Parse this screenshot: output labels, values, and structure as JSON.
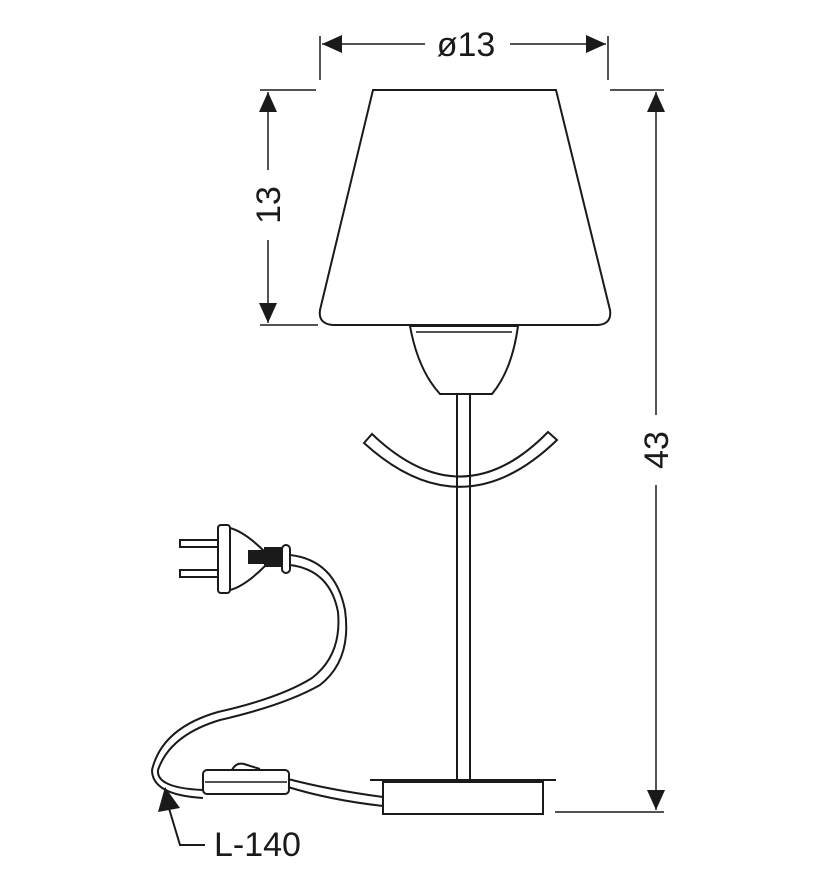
{
  "dimensions": {
    "shade_diameter": "ø13",
    "shade_height": "13",
    "total_height": "43",
    "cable_length": "L-140"
  },
  "colors": {
    "line": "#1a1a1a",
    "background": "#ffffff"
  }
}
